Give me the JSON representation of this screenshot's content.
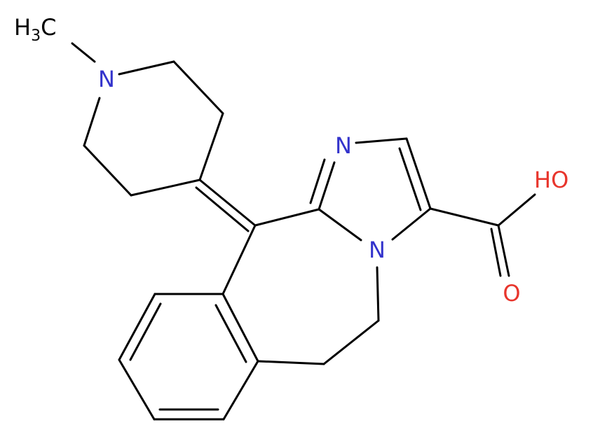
{
  "colors": {
    "bond": "#000000",
    "nitrogen": "#3333cc",
    "oxygen": "#e8352c",
    "carbon_label": "#000000",
    "background": "#ffffff"
  },
  "labels": {
    "methyl": {
      "main": "H",
      "sub": "3",
      "tail": "C"
    },
    "piperidine_n": "N",
    "imidazole_n": "N",
    "ring_junction_n": "N",
    "hydroxyl": "HO",
    "carbonyl_o": "O"
  }
}
